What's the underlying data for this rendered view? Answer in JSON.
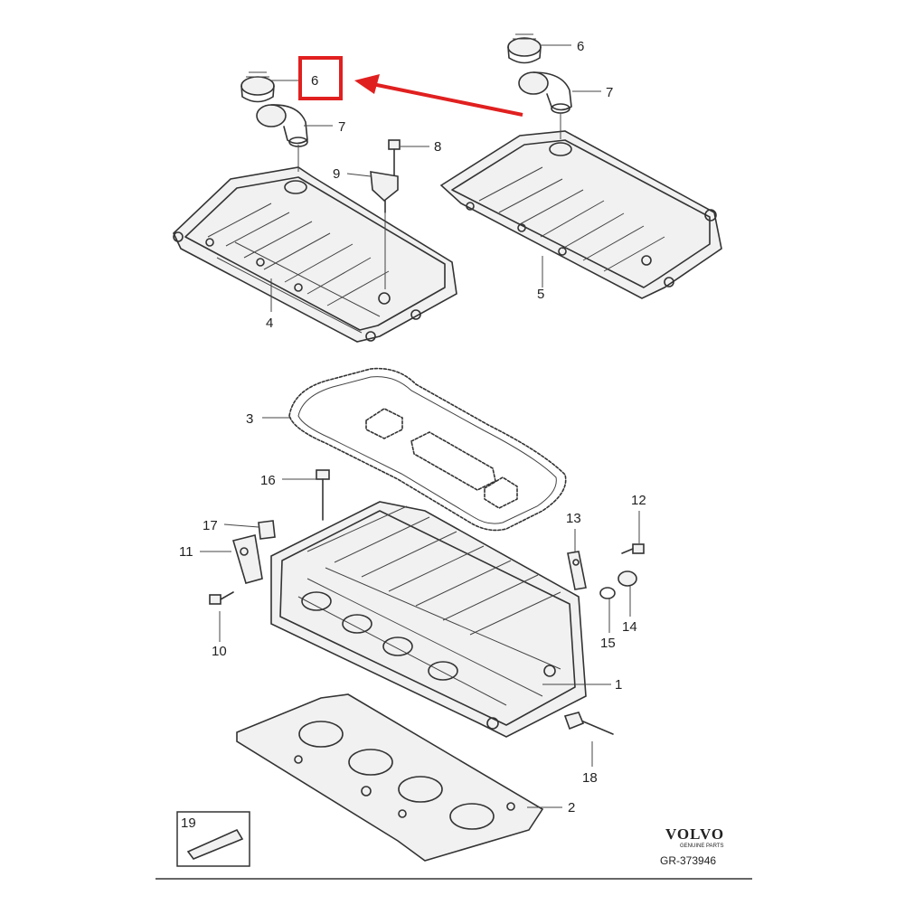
{
  "callouts": {
    "c1": "1",
    "c2": "2",
    "c3": "3",
    "c4": "4",
    "c5": "5",
    "c6a": "6",
    "c6b": "6",
    "c7a": "7",
    "c7b": "7",
    "c8": "8",
    "c9": "9",
    "c10": "10",
    "c11": "11",
    "c12": "12",
    "c13": "13",
    "c14": "14",
    "c15": "15",
    "c16": "16",
    "c17": "17",
    "c18": "18",
    "c19": "19"
  },
  "brand": {
    "name": "VOLVO",
    "sub": "GENUINE PARTS"
  },
  "drawing_code": "GR-373946",
  "colors": {
    "highlight": "#e0201f",
    "line": "#333333"
  }
}
